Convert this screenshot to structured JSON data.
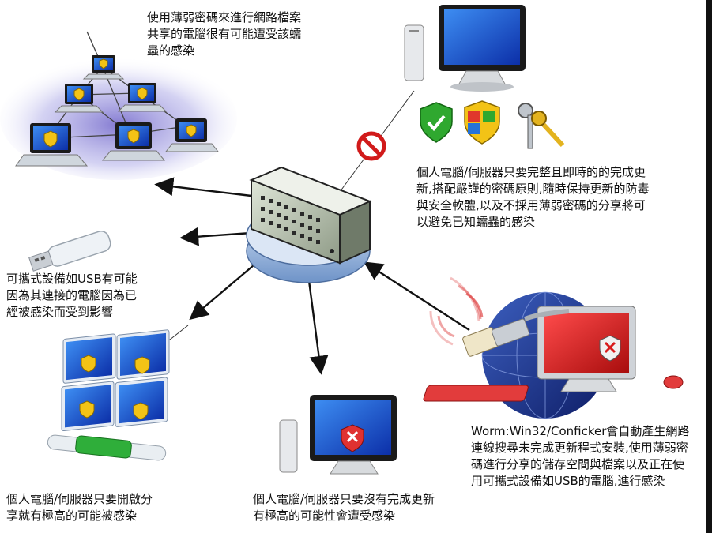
{
  "captions": {
    "network": "使用薄弱密碼來進行網路檔案\n共享的電腦很有可能遭受該蠕\n蟲的感染",
    "protected": "個人電腦/伺服器只要完整且即時的的完成更\n新,搭配嚴謹的密碼原則,隨時保持更新的防毒\n與安全軟體,以及不採用薄弱密碼的分享將可\n以避免已知蠕蟲的感染",
    "usb": "可攜式設備如USB有可能\n因為其連接的電腦因為已\n經被感染而受到影響",
    "share": "個人電腦/伺服器只要開啟分\n享就有極高的可能被感染",
    "unpatched": "個人電腦/伺服器只要沒有完成更新\n有極高的可能性會遭受感染",
    "conficker": "Worm:Win32/Conficker會自動產生網路\n連線搜尋未完成更新程式安裝,使用薄弱密\n碼進行分享的儲存空間與檔案以及正在使\n用可攜式設備如USB的電腦,進行感染"
  },
  "colors": {
    "arrow": "#111111",
    "screen_blue": "#1a4fd0",
    "screen_red": "#d81c1c",
    "shield_green": "#2fa82f",
    "warning_yellow": "#f3c316",
    "hub_base": "#8fb0dc"
  }
}
